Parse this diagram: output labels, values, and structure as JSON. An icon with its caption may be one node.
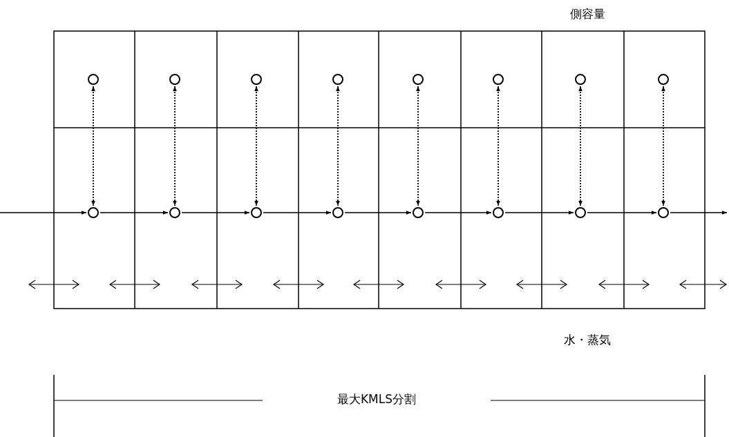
{
  "diagram": {
    "nodes": [
      {
        "text": [],
        "shape": "circle"
      },
      {
        "text": [],
        "shape": "circle"
      },
      {
        "text": [],
        "shape": "circle"
      },
      {
        "text": [],
        "shape": "circle"
      },
      {
        "text": [],
        "shape": "circle"
      },
      {
        "text": [],
        "shape": "circle"
      },
      {
        "text": [],
        "shape": "circle"
      },
      {
        "text": [],
        "shape": "circle"
      },
      {
        "text": [],
        "shape": "circle"
      },
      {
        "text": [],
        "shape": "circle"
      },
      {
        "text": [],
        "shape": "circle"
      },
      {
        "text": [],
        "shape": "circle"
      },
      {
        "text": [],
        "shape": "circle"
      },
      {
        "text": [],
        "shape": "circle"
      },
      {
        "text": [],
        "shape": "circle"
      },
      {
        "text": [],
        "shape": "circle"
      }
    ],
    "edges": [
      {
        "from": 0,
        "to": 8,
        "arrow": "both",
        "style": "dashed"
      },
      {
        "from": 1,
        "to": 9,
        "arrow": "both",
        "style": "dashed"
      },
      {
        "from": 2,
        "to": 10,
        "arrow": "both",
        "style": "dashed"
      },
      {
        "from": 3,
        "to": 11,
        "arrow": "both",
        "style": "dashed"
      },
      {
        "from": 4,
        "to": 12,
        "arrow": "both",
        "style": "dashed"
      },
      {
        "from": 5,
        "to": 13,
        "arrow": "both",
        "style": "dashed"
      },
      {
        "from": 6,
        "to": 14,
        "arrow": "both",
        "style": "dashed"
      },
      {
        "from": 7,
        "to": 15,
        "arrow": "both",
        "style": "dashed"
      },
      {
        "from": null,
        "to": 8,
        "arrow": "to"
      },
      {
        "from": 8,
        "to": 9,
        "arrow": "to"
      },
      {
        "from": 9,
        "to": 10,
        "arrow": "to"
      },
      {
        "from": 10,
        "to": 11,
        "arrow": "to"
      },
      {
        "from": 11,
        "to": 12,
        "arrow": "to"
      },
      {
        "from": 12,
        "to": 13,
        "arrow": "to"
      },
      {
        "from": 13,
        "to": 14,
        "arrow": "to"
      },
      {
        "from": 14,
        "to": 15,
        "arrow": "to"
      },
      {
        "from": 15,
        "to": null,
        "arrow": "to"
      }
    ],
    "labels": [
      "側容量",
      "水・蒸気",
      "最大KMLS分割"
    ]
  }
}
